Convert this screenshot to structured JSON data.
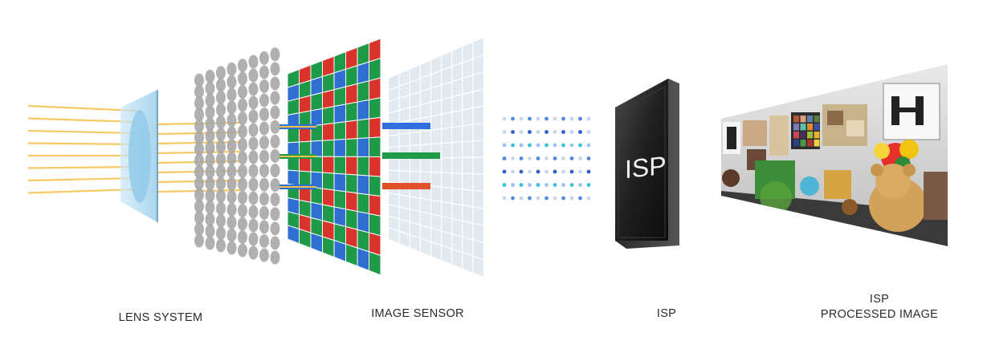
{
  "stages": [
    {
      "key": "lens",
      "label": "LENS SYSTEM"
    },
    {
      "key": "sensor",
      "label": "IMAGE SENSOR"
    },
    {
      "key": "isp",
      "label": "ISP"
    },
    {
      "key": "processed",
      "label_line1": "ISP",
      "label_line2": "PROCESSED IMAGE"
    }
  ],
  "chip_text": "ISP",
  "colors": {
    "light_ray": "#f5c04a",
    "lens_glass": "#a9d8f0",
    "microlens": "#a7a7a7",
    "bayer_red": "#d8342b",
    "bayer_green": "#1f9a49",
    "bayer_blue": "#2e6fd1",
    "photodiode": "#dfe8ee",
    "signal_blue": "#2f6fe0",
    "signal_green": "#1f9a49",
    "signal_red": "#e0512a",
    "chip": "#1c1c1c"
  },
  "icons": [
    "lens-icon",
    "microlens-array-icon",
    "bayer-filter-icon",
    "photodiode-grid-icon",
    "isp-chip-icon",
    "processed-photo-icon"
  ]
}
